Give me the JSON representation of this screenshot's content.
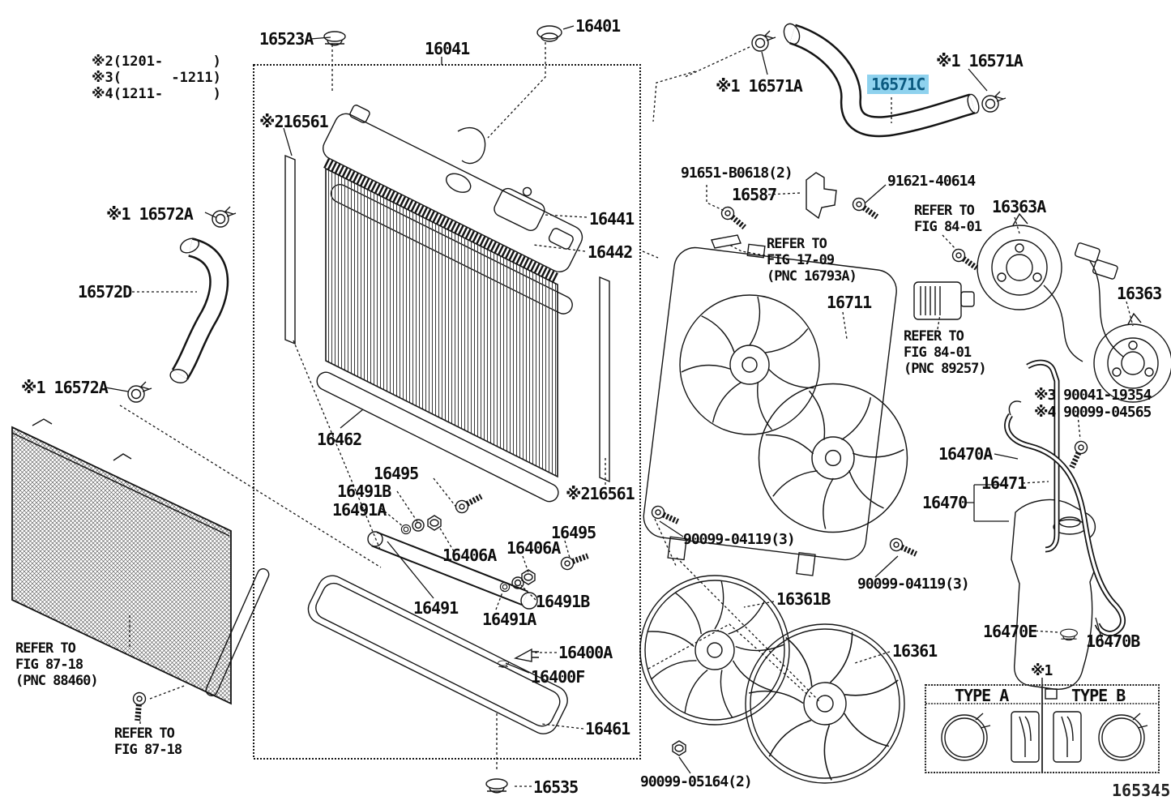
{
  "diagram": {
    "number": "165345",
    "highlighted_part": "16571C",
    "highlight_color": "#8fd2ee",
    "line_color": "#141414",
    "notes": "※2(1201-      )\n※3(      -1211)\n※4(1211-      )"
  },
  "parts": {
    "16041": "16041",
    "16401": "16401",
    "16523A": "16523A",
    "16571A": "※1 16571A",
    "16571C": "16571C",
    "16572A": "※1 16572A",
    "16572D": "16572D",
    "16561": "※216561",
    "16441": "16441",
    "16442": "16442",
    "16462": "16462",
    "16495": "16495",
    "16491A": "16491A",
    "16491B": "16491B",
    "16406A": "16406A",
    "16491": "16491",
    "16400A": "16400A",
    "16400F": "16400F",
    "16461": "16461",
    "16535": "16535",
    "16587": "16587",
    "91651_B0618": "91651-B0618(2)",
    "91621_40614": "91621-40614",
    "16711": "16711",
    "16363A": "16363A",
    "16363": "16363",
    "90099_04119": "90099-04119(3)",
    "16361B": "16361B",
    "16361": "16361",
    "90099_05164": "90099-05164(2)",
    "90041_19354": "※3 90041-19354",
    "90099_04565": "※4 90099-04565",
    "16470A": "16470A",
    "16471": "16471",
    "16470": "16470",
    "16470E": "16470E",
    "16470B": "16470B"
  },
  "references": {
    "fig17": "REFER TO\nFIG 17-09\n(PNC 16793A)",
    "fig84": "REFER TO\nFIG 84-01",
    "fig84pnc": "REFER TO\nFIG 84-01\n(PNC 89257)",
    "fig87pnc": "REFER TO\nFIG 87-18\n(PNC 88460)",
    "fig87": "REFER TO\nFIG 87-18"
  },
  "legend": {
    "note": "※1",
    "type_a": "TYPE A",
    "type_b": "TYPE B"
  }
}
